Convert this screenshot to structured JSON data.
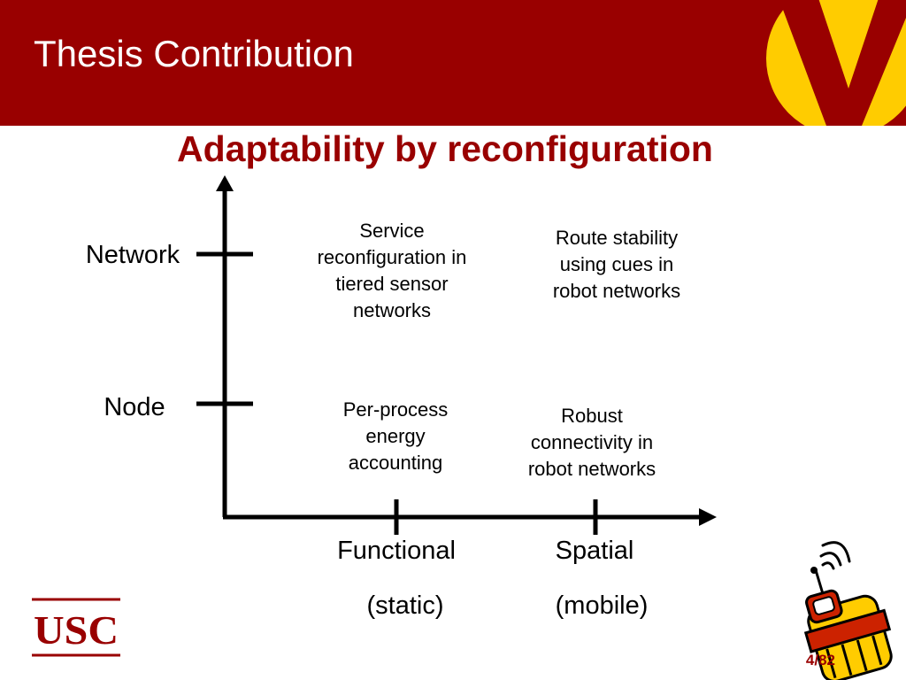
{
  "slide": {
    "title": "Thesis Contribution",
    "subtitle": "Adaptability by reconfiguration",
    "page": "4/82",
    "logo_text": "USC"
  },
  "diagram": {
    "y_axis": {
      "ticks": [
        "Network",
        "Node"
      ]
    },
    "x_axis": {
      "ticks": [
        {
          "label": "Functional",
          "sub": "(static)"
        },
        {
          "label": "Spatial",
          "sub": "(mobile)"
        }
      ]
    },
    "cells": {
      "network_functional": "Service reconfiguration in tiered sensor networks",
      "network_spatial": "Route stability using cues in robot networks",
      "node_functional": "Per-process energy accounting",
      "node_spatial": "Robust connectivity in robot networks"
    }
  },
  "colors": {
    "brand_red": "#990000",
    "brand_gold": "#FFCC00"
  }
}
